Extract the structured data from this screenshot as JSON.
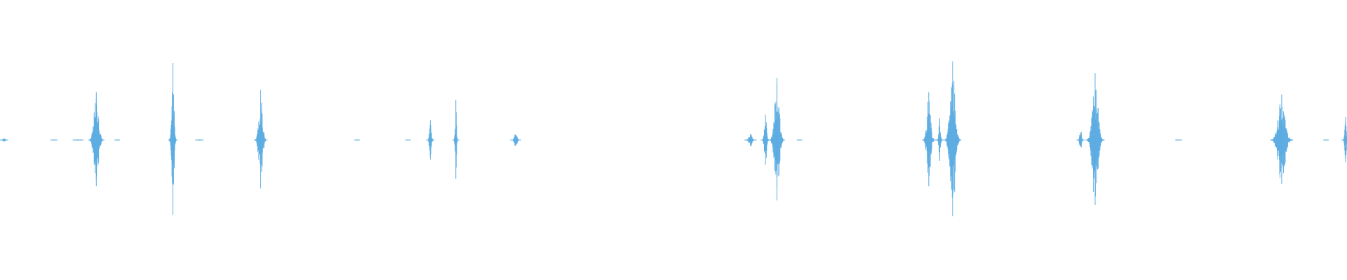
{
  "waveform": {
    "color": "#5dade2",
    "background": "#ffffff",
    "style": "symmetric audio waveform, silence with sparse bursts",
    "bursts": [
      {
        "t": 0.003,
        "amp": 0.04,
        "len": 0.004
      },
      {
        "t": 0.04,
        "amp": 0.008,
        "len": 0.003
      },
      {
        "t": 0.058,
        "amp": 0.01,
        "len": 0.006
      },
      {
        "t": 0.0715,
        "amp": 0.62,
        "len": 0.01
      },
      {
        "t": 0.087,
        "amp": 0.008,
        "len": 0.002
      },
      {
        "t": 0.1283,
        "amp": 1.0,
        "len": 0.005
      },
      {
        "t": 0.148,
        "amp": 0.01,
        "len": 0.004
      },
      {
        "t": 0.1935,
        "amp": 0.65,
        "len": 0.008
      },
      {
        "t": 0.265,
        "amp": 0.008,
        "len": 0.002
      },
      {
        "t": 0.303,
        "amp": 0.008,
        "len": 0.002
      },
      {
        "t": 0.3195,
        "amp": 0.26,
        "len": 0.004
      },
      {
        "t": 0.3384,
        "amp": 0.52,
        "len": 0.003
      },
      {
        "t": 0.3829,
        "amp": 0.1,
        "len": 0.006
      },
      {
        "t": 0.5572,
        "amp": 0.09,
        "len": 0.007
      },
      {
        "t": 0.5683,
        "amp": 0.33,
        "len": 0.005
      },
      {
        "t": 0.5768,
        "amp": 0.81,
        "len": 0.01
      },
      {
        "t": 0.5935,
        "amp": 0.008,
        "len": 0.002
      },
      {
        "t": 0.6895,
        "amp": 0.62,
        "len": 0.008
      },
      {
        "t": 0.6976,
        "amp": 0.28,
        "len": 0.004
      },
      {
        "t": 0.7072,
        "amp": 1.02,
        "len": 0.011
      },
      {
        "t": 0.8022,
        "amp": 0.16,
        "len": 0.004
      },
      {
        "t": 0.813,
        "amp": 0.87,
        "len": 0.012
      },
      {
        "t": 0.875,
        "amp": 0.008,
        "len": 0.003
      },
      {
        "t": 0.9515,
        "amp": 0.59,
        "len": 0.015
      },
      {
        "t": 0.9845,
        "amp": 0.008,
        "len": 0.002
      },
      {
        "t": 0.999,
        "amp": 0.3,
        "len": 0.004
      }
    ]
  }
}
